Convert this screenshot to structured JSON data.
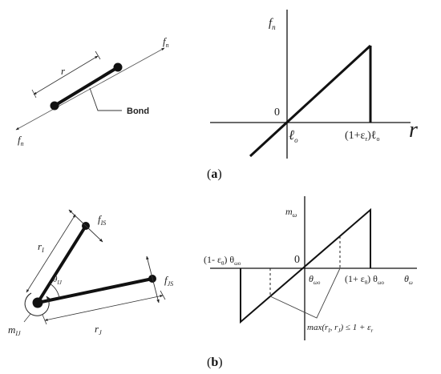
{
  "panel_a": {
    "label_open": "(",
    "label_letter": "a",
    "label_close": ")",
    "bond": {
      "force_label_f": "f",
      "force_label_sub": "n",
      "length_label": "r",
      "bond_label": "Bond"
    },
    "graph": {
      "y_axis_f": "f",
      "y_axis_sub": "n",
      "x_axis": "r",
      "origin": "0",
      "tick_l0": "ℓ",
      "tick_l0_sub": "o",
      "tick_break_prefix": "(1+ε",
      "tick_break_sub": "r",
      "tick_break_suffix": ")ℓ",
      "tick_break_sub2": "o"
    }
  },
  "panel_b": {
    "label_open": "(",
    "label_letter": "b",
    "label_close": ")",
    "bond": {
      "f_is": "f",
      "f_is_sub": "IS",
      "f_js": "f",
      "f_js_sub": "JS",
      "r_i": "r",
      "r_i_sub": "I",
      "r_j": "r",
      "r_j_sub": "J",
      "theta": "θ",
      "theta_sub": "IJ",
      "m": "m",
      "m_sub": "IJ"
    },
    "graph": {
      "y_axis": "m",
      "y_axis_sub": "ω",
      "x_axis": "θ",
      "x_axis_sub": "ω",
      "origin": "0",
      "tick_neg_prefix": "(1- ε",
      "tick_neg_sub": "θ",
      "tick_neg_suffix": ") θ",
      "tick_neg_sub2": "ωo",
      "tick_theta": "θ",
      "tick_theta_sub": "ωo",
      "tick_pos_prefix": "(1+ ε",
      "tick_pos_sub": "θ",
      "tick_pos_suffix": ") θ",
      "tick_pos_sub2": "ωo",
      "condition": "max(r",
      "condition_sub1": "I",
      "condition_mid": ", r",
      "condition_sub2": "J",
      "condition_end": ") ≤ 1 + ε",
      "condition_sub3": "r"
    }
  }
}
